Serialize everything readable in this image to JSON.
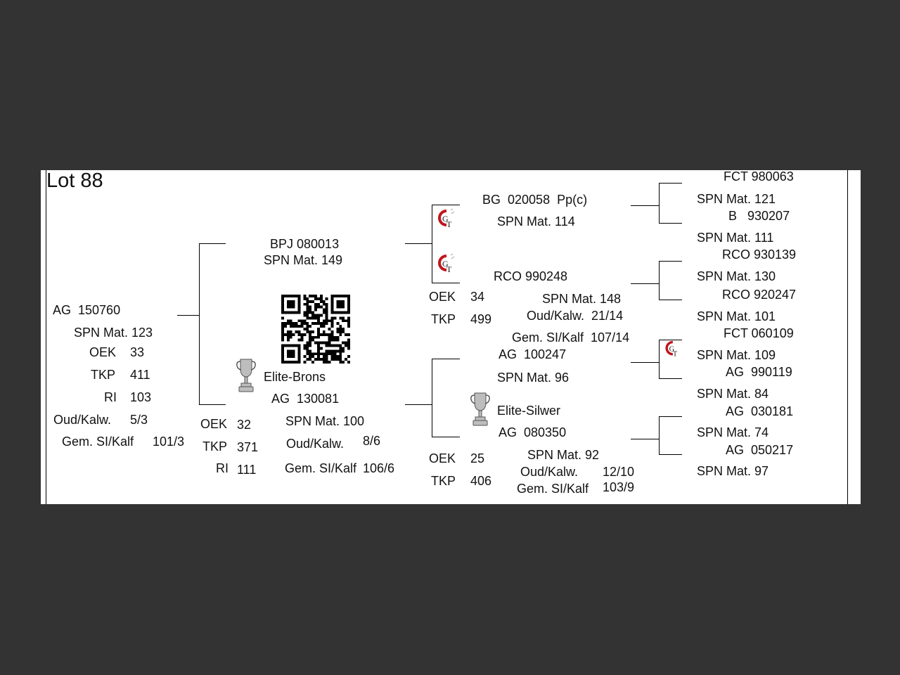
{
  "title": "Lot 88",
  "subject": {
    "id": "AG  150760",
    "spn": "SPN Mat. 123",
    "oek_label": "OEK",
    "oek": "33",
    "tkp_label": "TKP",
    "tkp": "411",
    "ri_label": "RI",
    "ri": "103",
    "oud_label": "Oud/Kalw.",
    "oud": "5/3",
    "gem_label": "Gem. SI/Kalf",
    "gem": "101/3"
  },
  "sire": {
    "id": "BPJ 080013",
    "spn": "SPN Mat. 149"
  },
  "dam": {
    "award": "Elite-Brons",
    "id": "AG  130081",
    "oek_label": "OEK",
    "oek": "32",
    "tkp_label": "TKP",
    "tkp": "371",
    "ri_label": "RI",
    "ri": "111",
    "spn": "SPN Mat. 100",
    "oud_label": "Oud/Kalw.",
    "oud": "8/6",
    "gem_label": "Gem. SI/Kalf",
    "gem": "106/6"
  },
  "sire_sire": {
    "id": "BG  020058  Pp(c)",
    "spn": "SPN Mat. 114"
  },
  "sire_dam": {
    "id": "RCO 990248",
    "oek_label": "OEK",
    "oek": "34",
    "tkp_label": "TKP",
    "tkp": "499",
    "spn": "SPN Mat. 148",
    "oud": "Oud/Kalw.  21/14",
    "gem": "Gem. SI/Kalf  107/14"
  },
  "dam_sire": {
    "id": "AG  100247",
    "spn": "SPN Mat. 96"
  },
  "dam_dam": {
    "award": "Elite-Silwer",
    "id": "AG  080350",
    "oek_label": "OEK",
    "oek": "25",
    "tkp_label": "TKP",
    "tkp": "406",
    "spn": "SPN Mat. 92",
    "oud_label": "Oud/Kalw.",
    "oud": "12/10",
    "gem_label": "Gem. SI/Kalf",
    "gem": "103/9"
  },
  "gen3": [
    {
      "id": "FCT 980063",
      "spn": "SPN Mat. 121"
    },
    {
      "id": "B   930207",
      "spn": "SPN Mat. 111"
    },
    {
      "id": "RCO 930139",
      "spn": "SPN Mat. 130"
    },
    {
      "id": "RCO 920247",
      "spn": "SPN Mat. 101"
    },
    {
      "id": "FCT 060109",
      "spn": "SPN Mat. 109"
    },
    {
      "id": "AG  990119",
      "spn": "SPN Mat. 84"
    },
    {
      "id": "AG  030181",
      "spn": "SPN Mat. 74"
    },
    {
      "id": "AG  050217",
      "spn": "SPN Mat. 97"
    }
  ],
  "icons": {
    "gt_logo": "gt-logo-icon",
    "trophy": "trophy-icon",
    "qr": "qr-code"
  },
  "colors": {
    "background": "#333333",
    "page": "#ffffff",
    "logo_red": "#c0161d",
    "trophy": "#bdbdbd"
  }
}
